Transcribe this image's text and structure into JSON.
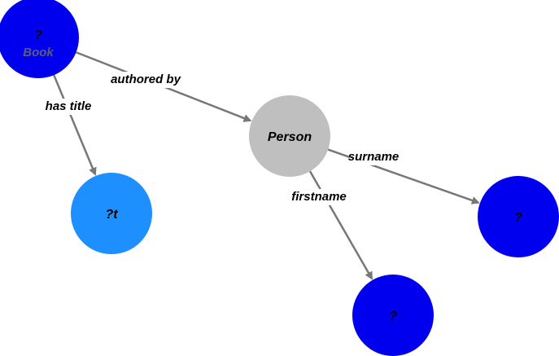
{
  "colors": {
    "variable_node": "#0000ee",
    "literal_node": "#1e8fff",
    "class_node": "#bfbfbf",
    "edge": "#777777"
  },
  "nodes": [
    {
      "id": "book",
      "label": "?",
      "type_label": "Book",
      "kind": "variable_node"
    },
    {
      "id": "title",
      "label": "?t",
      "kind": "literal_node"
    },
    {
      "id": "person",
      "label": "Person",
      "kind": "class_node"
    },
    {
      "id": "surname",
      "label": "?",
      "kind": "variable_node"
    },
    {
      "id": "firstname",
      "label": "?",
      "kind": "variable_node"
    }
  ],
  "edges": [
    {
      "id": "authored-by",
      "source": "book",
      "target": "person",
      "label": "authored by"
    },
    {
      "id": "has-title",
      "source": "book",
      "target": "title",
      "label": "has title"
    },
    {
      "id": "surname",
      "source": "person",
      "target": "surname",
      "label": "surname"
    },
    {
      "id": "firstname",
      "source": "person",
      "target": "firstname",
      "label": "firstname"
    }
  ]
}
